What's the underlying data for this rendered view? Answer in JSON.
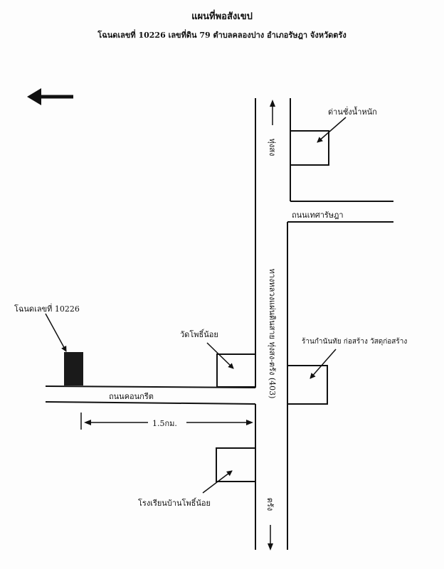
{
  "title": "แผนที่พอสังเขป",
  "subtitle": "โฉนดเลขที่ 10226 เลขที่ดิน 79 ตำบลคลองปาง อำเภอรัษฎา จังหวัดตรัง",
  "labels": {
    "scale_station": "ด่านชั่งน้ำหนัก",
    "road_tessa": "ถนนเทศารัษฎา",
    "highway": "ทางหลวงแผ่นดินสาย ทุ่งสง-ตรัง (403)",
    "to_thungsong": "ทุ่งสง",
    "deed": "โฉนดเลขที่ 10226",
    "wat": "วัดโพธิ์น้อย",
    "shop": "ร้านกำนันทัย ก่อสร้าง วัสดุก่อสร้าง",
    "concrete_road": "ถนนคอนกรีต",
    "distance": "1.5กม.",
    "school": "โรงเรียนบ้านโพธิ์น้อย",
    "to_trang": "ตรัง"
  },
  "icons": {
    "north_arrow": "left-arrow-icon",
    "up_arrow": "arrow-up-icon",
    "down_arrow": "arrow-down-icon"
  },
  "colors": {
    "ink": "#111111",
    "parcel": "#1a1a1a",
    "paper": "#fdfdfd"
  }
}
